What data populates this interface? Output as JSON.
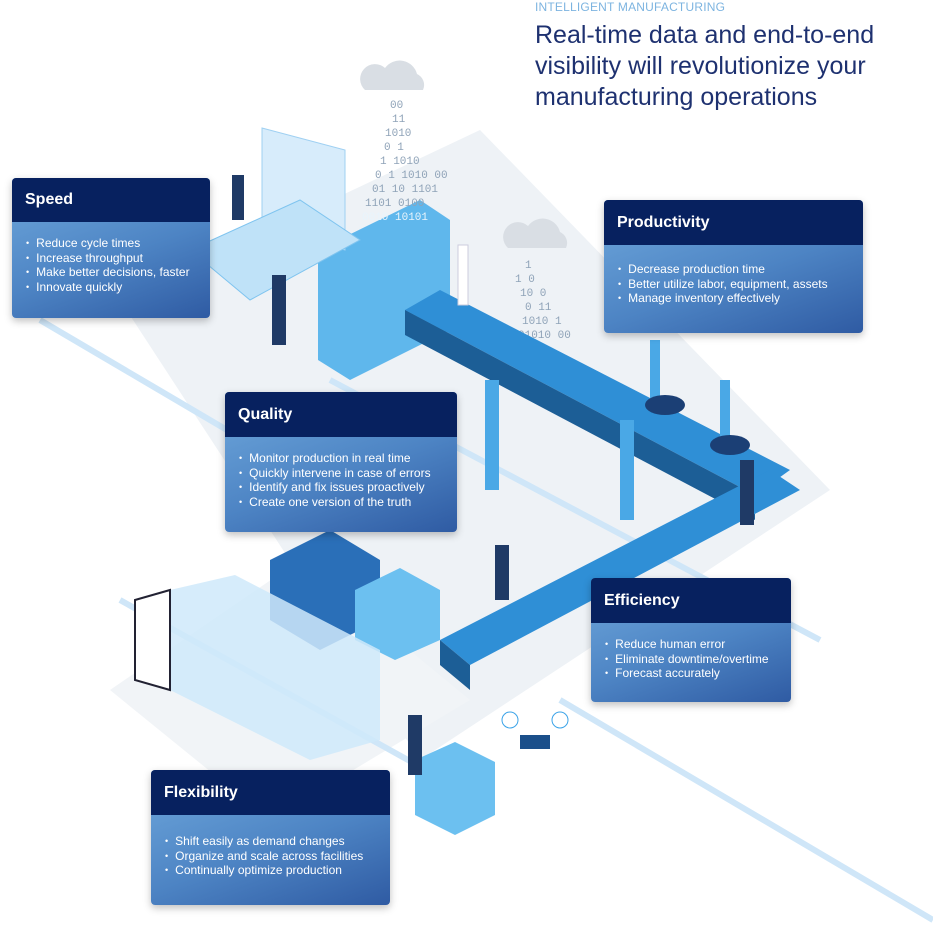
{
  "header": {
    "eyebrow": "INTELLIGENT MANUFACTURING",
    "headline": "Real-time data and end-to-end visibility will revolutionize your manufacturing operations"
  },
  "cards": [
    {
      "title": "Speed",
      "items": [
        "Reduce cycle times",
        "Increase throughput",
        "Make better decisions, faster",
        "Innovate quickly"
      ]
    },
    {
      "title": "Productivity",
      "items": [
        "Decrease production time",
        "Better utilize labor, equipment, assets",
        "Manage inventory effectively"
      ]
    },
    {
      "title": "Quality",
      "items": [
        "Monitor production in real time",
        "Quickly intervene in case of errors",
        "Identify and fix issues proactively",
        "Create one version of the truth"
      ]
    },
    {
      "title": "Efficiency",
      "items": [
        "Reduce human error",
        "Eliminate downtime/overtime",
        "Forecast accurately"
      ]
    },
    {
      "title": "Flexibility",
      "items": [
        "Shift easily as demand changes",
        "Organize and scale across facilities",
        "Continually optimize production"
      ]
    }
  ],
  "colors": {
    "navy": "#07215f",
    "accent": "#3ba3e8",
    "floor": "#eef2f6"
  }
}
